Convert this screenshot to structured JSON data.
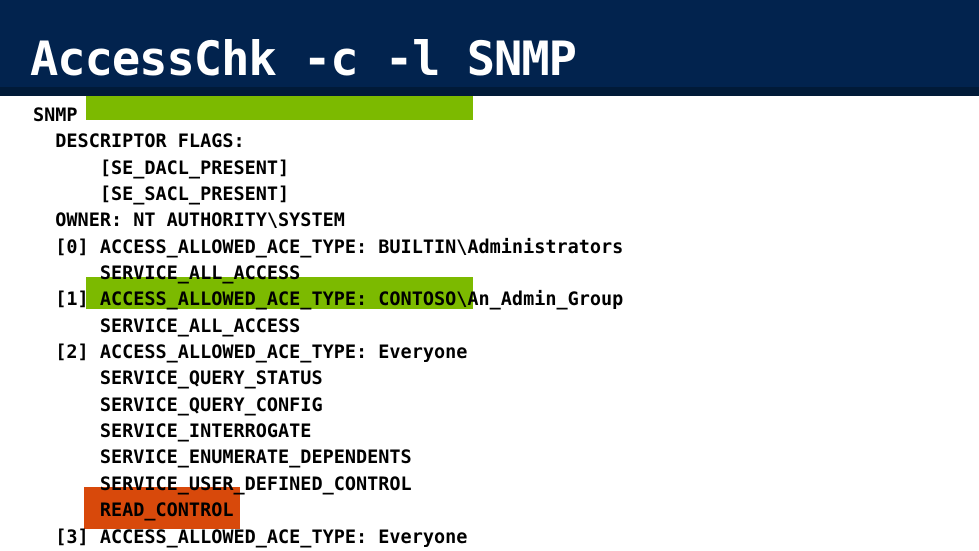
{
  "slide": {
    "title": "AccessChk -c -l SNMP"
  },
  "colors": {
    "header_background": "#02234E",
    "header_bottom_edge": "#011A38",
    "highlight_green": "#7CBA00",
    "highlight_orange": "#D8490B",
    "title_text": "#FFFFFF",
    "console_text": "#000000",
    "slide_background": "#FFFFFF"
  },
  "console": {
    "lines": [
      {
        "text": "SNMP"
      },
      {
        "text": "  DESCRIPTOR FLAGS:"
      },
      {
        "text": "      [SE_DACL_PRESENT]"
      },
      {
        "text": "      [SE_SACL_PRESENT]"
      },
      {
        "text": "  OWNER: NT AUTHORITY\\SYSTEM"
      },
      {
        "text": "  [0] ACCESS_ALLOWED_ACE_TYPE: BUILTIN\\Administrators"
      },
      {
        "text": "      SERVICE_ALL_ACCESS"
      },
      {
        "text": "  [1] ACCESS_ALLOWED_ACE_TYPE: CONTOSO\\An_Admin_Group"
      },
      {
        "text": "      SERVICE_ALL_ACCESS"
      },
      {
        "text": "  [2] ACCESS_ALLOWED_ACE_TYPE: Everyone"
      },
      {
        "text": "      SERVICE_QUERY_STATUS"
      },
      {
        "text": "      SERVICE_QUERY_CONFIG"
      },
      {
        "text": "      SERVICE_INTERROGATE"
      },
      {
        "text": "      SERVICE_ENUMERATE_DEPENDENTS"
      },
      {
        "text": "      SERVICE_USER_DEFINED_CONTROL"
      },
      {
        "text": "      READ_CONTROL"
      },
      {
        "text": "  [3] ACCESS_ALLOWED_ACE_TYPE: Everyone"
      }
    ]
  },
  "highlights": [
    {
      "id": "service-name-redaction",
      "color": "green"
    },
    {
      "id": "admin-group-ace",
      "color": "green"
    },
    {
      "id": "read-control",
      "color": "orange"
    }
  ]
}
